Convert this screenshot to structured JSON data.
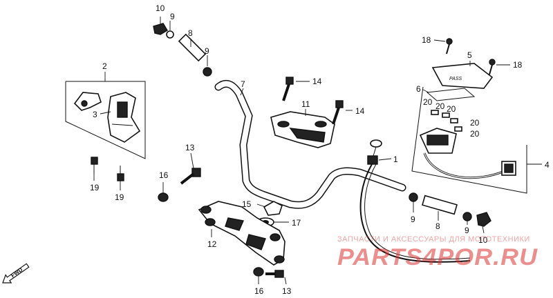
{
  "callouts": {
    "c1": "1",
    "c2": "2",
    "c3": "3",
    "c4": "4",
    "c5": "5",
    "c6": "6",
    "c7": "7",
    "c8a": "8",
    "c8b": "8",
    "c9a": "9",
    "c9b": "9",
    "c9c": "9",
    "c9d": "9",
    "c10a": "10",
    "c10b": "10",
    "c11": "11",
    "c12": "12",
    "c13a": "13",
    "c13b": "13",
    "c14a": "14",
    "c14b": "14",
    "c15": "15",
    "c16a": "16",
    "c16b": "16",
    "c17": "17",
    "c18a": "18",
    "c18b": "18",
    "c19a": "19",
    "c19b": "19",
    "c20a": "20",
    "c20b": "20",
    "c20c": "20",
    "c20d": "20"
  },
  "fwd": "FWD",
  "watermark": {
    "caption": "ЗАПЧАСТИ И АКСЕССУАРЫ ДЛЯ МОТОТЕХНИКИ",
    "brand": "PARTS4POR.RU"
  }
}
